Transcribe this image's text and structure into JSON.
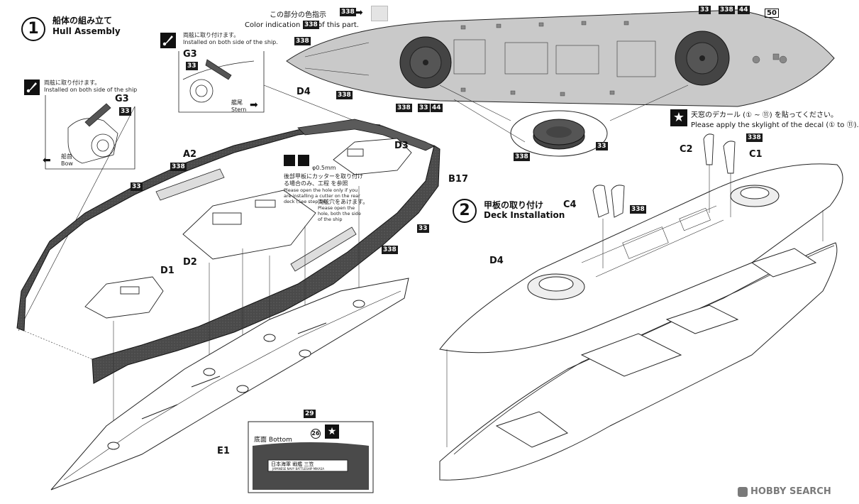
{
  "step1": {
    "number": "1",
    "title_jp": "船体の組み立て",
    "title_en": "Hull Assembly"
  },
  "step2": {
    "number": "2",
    "title_jp": "甲板の取り付け",
    "title_en": "Deck Installation"
  },
  "color_indication": {
    "jp": "この部分の色指示",
    "en_prefix": "Color indication is",
    "en_suffix": "of this part.",
    "code": "338"
  },
  "callout_left": {
    "jp": "両舷に取り付けます。",
    "en": "Installed on both side of the ship",
    "part": "G3",
    "color": "33",
    "direction_jp": "船首",
    "direction_en": "Bow"
  },
  "callout_right": {
    "jp": "両舷に取り付けます。",
    "en": "Installed on both side of the ship.",
    "part": "G3",
    "color": "33",
    "direction_jp": "艦尾",
    "direction_en": "Stern"
  },
  "drill_note": {
    "size": "φ0.5mm",
    "jp": "後部甲板にカッターを取り付ける場合のみ、工程 を参照",
    "en": "Please open the hole only if you are installing a cutter on the rear deck (See step 16)",
    "jp2": "両舷穴をあけます。",
    "en2": "Please open the hole, both the side of the ship"
  },
  "decal_note": {
    "jp": "天窓のデカール (① ~ ⑪) を貼ってください。",
    "en": "Please apply the skylight of the decal (① to ⑪)."
  },
  "bottom_box": {
    "jp": "底面",
    "en": "Bottom",
    "decal": "26",
    "plate": "日本海軍 戦艦 三笠",
    "plate_sub": "JAPANESE NAVY BATTLESHIP MIKASA"
  },
  "part_labels": {
    "a2": "A2",
    "d3": "D3",
    "b17": "B17",
    "d1": "D1",
    "d2": "D2",
    "e1": "E1",
    "d4_top": "D4",
    "d4": "D4",
    "c1": "C1",
    "c2": "C2",
    "c4": "C4",
    "g3": "G3"
  },
  "color_codes": {
    "c338": "338",
    "c33": "33",
    "c44": "44",
    "c50": "50",
    "c29": "29"
  },
  "watermark": "HOBBY SEARCH",
  "colors": {
    "hull": "#4a4a4a",
    "deck_gray": "#c9c9c9",
    "line": "#222222"
  }
}
